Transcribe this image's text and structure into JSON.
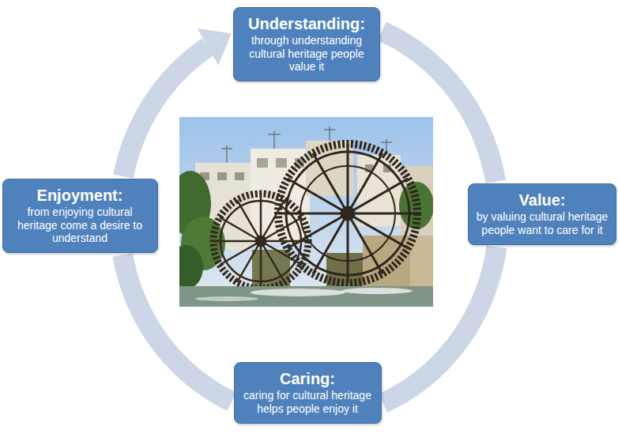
{
  "diagram": {
    "nodes": [
      {
        "text": [
          "Understanding:",
          "through understanding cultural heritage people value it"
        ]
      },
      {
        "text": [
          "Value:",
          "by valuing cultural heritage people want to care for it"
        ]
      },
      {
        "text": [
          "Caring:",
          "caring for cultural heritage helps people enjoy it"
        ]
      },
      {
        "text": [
          "Enjoyment:",
          "from enjoying cultural heritage come a desire to understand"
        ]
      }
    ],
    "edges": [
      {
        "from": 0,
        "to": 1,
        "arrow": "none"
      },
      {
        "from": 1,
        "to": 2,
        "arrow": "none"
      },
      {
        "from": 2,
        "to": 3,
        "arrow": "none"
      },
      {
        "from": 3,
        "to": 0,
        "arrow": "to"
      }
    ]
  }
}
